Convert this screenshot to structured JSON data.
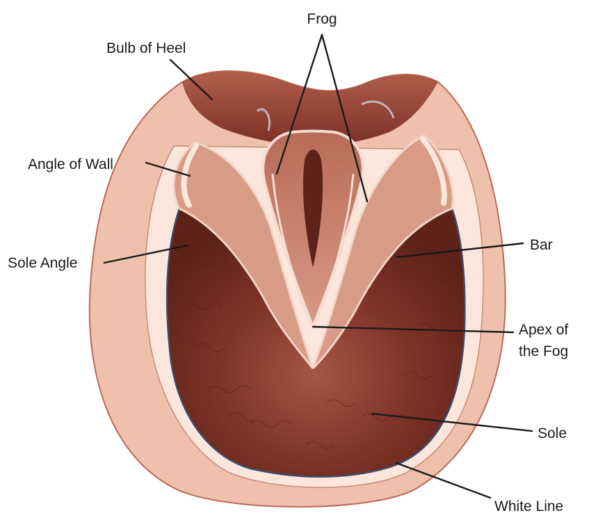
{
  "labels": {
    "frog": "Frog",
    "bulb_of_heel": "Bulb of Heel",
    "angle_of_wall": "Angle of Wall",
    "sole_angle": "Sole Angle",
    "bar": "Bar",
    "apex_line1": "Apex of",
    "apex_line2": "the Fog",
    "sole": "Sole",
    "white_line": "White Line"
  },
  "colors": {
    "background": "#ffffff",
    "hoof_wall": "#f0c3b0",
    "hoof_wall_edge": "#b86a55",
    "white_line": "#fbe6dc",
    "sole": "#8a3c2e",
    "sole_dark": "#5e2219",
    "frog": "#c6806a",
    "frog_highlight": "#f6dcd2",
    "heel": "#9c4a3a",
    "label_text": "#1a1a1a"
  }
}
